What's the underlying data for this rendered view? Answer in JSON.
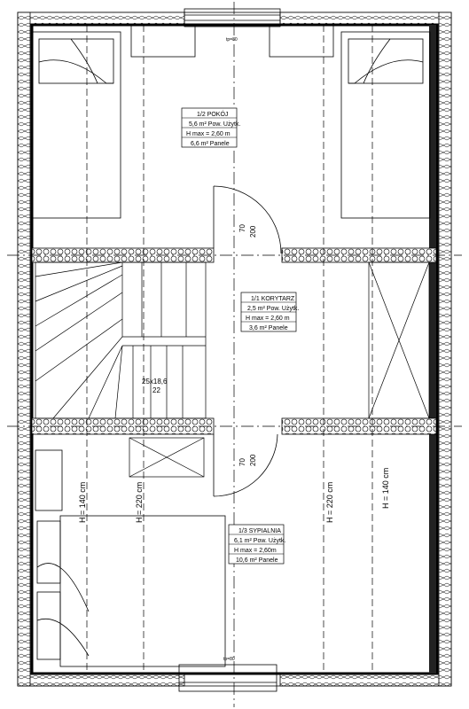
{
  "rooms": [
    {
      "number": "1/2",
      "name": "POKÓJ",
      "area": "5,6 m²",
      "area_label": "Pow. Użytk.",
      "height": "H max = 2,60 m",
      "area2": "6,6 m²",
      "floor": "Panele"
    },
    {
      "number": "1/1",
      "name": "KORYTARZ",
      "area": "2,5 m²",
      "area_label": "Pow. Użytk.",
      "height": "H max = 2,60 m",
      "area2": "3,6 m²",
      "floor": "Panele"
    },
    {
      "number": "1/3",
      "name": "SYPIALNIA",
      "area": "6,1 m²",
      "area_label": "Pow. Użytk.",
      "height": "H max = 2,60m",
      "area2": "10,6 m²",
      "floor": "Panele"
    }
  ],
  "door_labels": {
    "upper_width": "70",
    "upper_height": "200",
    "lower_width": "70",
    "lower_height": "200"
  },
  "stairs_label": {
    "dims": "25x18,6",
    "steps": "22"
  },
  "height_lines": {
    "lower_left": "H = 140 cm",
    "lower_left_2": "H = 220 cm",
    "lower_right": "H = 220 cm",
    "lower_right_2": "H = 140 cm"
  },
  "window_marks": {
    "top": "tp=80",
    "bottom": "tp=80"
  }
}
